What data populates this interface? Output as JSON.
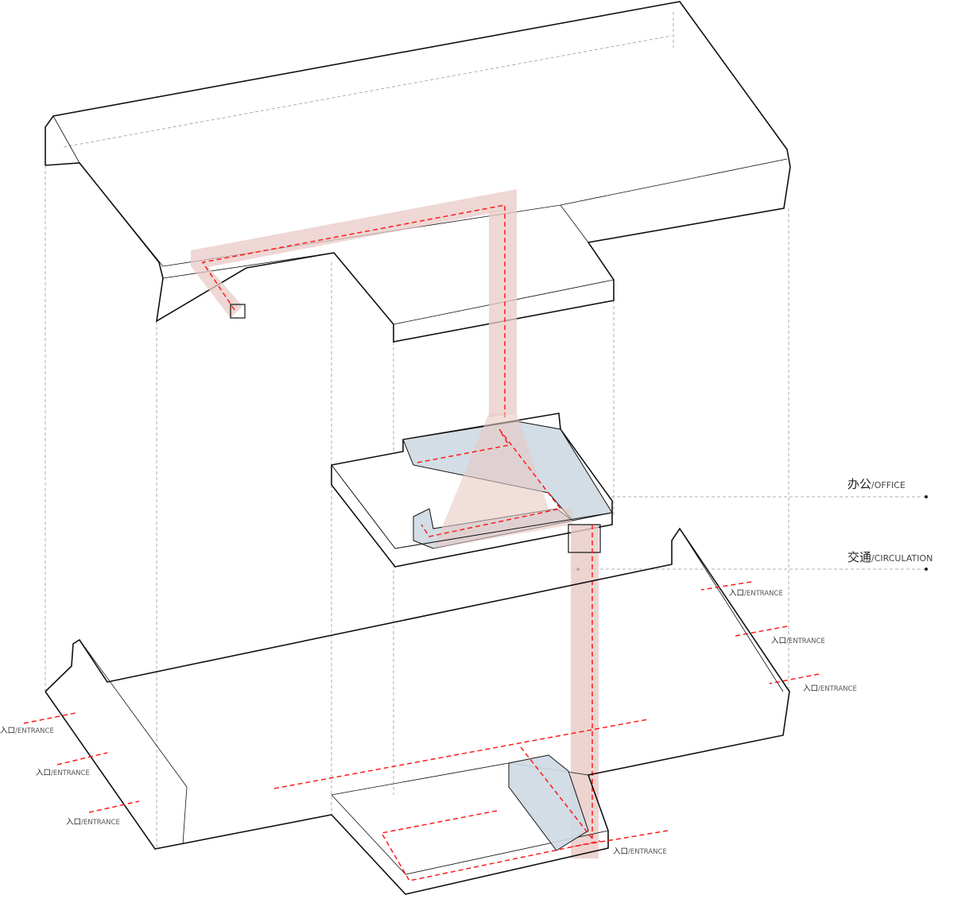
{
  "legend": {
    "office": {
      "zh": "办公",
      "en": "/OFFICE"
    },
    "circulation": {
      "zh": "交通",
      "en": "/CIRCULATION"
    }
  },
  "entrances": [
    {
      "zh": "入口",
      "en": "/ENTRANCE"
    },
    {
      "zh": "入口",
      "en": "/ENTRANCE"
    },
    {
      "zh": "入口",
      "en": "/ENTRANCE"
    },
    {
      "zh": "入口",
      "en": "/ENTRANCE"
    },
    {
      "zh": "入口",
      "en": "/ENTRANCE"
    },
    {
      "zh": "入口",
      "en": "/ENTRANCE"
    },
    {
      "zh": "入口",
      "en": "/ENTRANCE"
    }
  ],
  "colors": {
    "outline": "#111111",
    "circulation_fill": "#e8c9c5",
    "office_fill": "#cdd9e3",
    "path_dash": "#ff1a1a",
    "guide": "#888888"
  }
}
